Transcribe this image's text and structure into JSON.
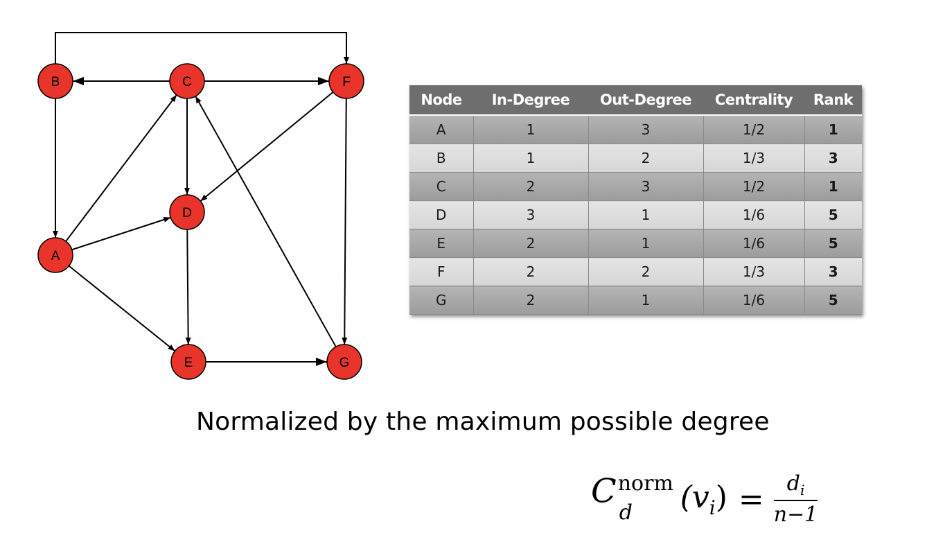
{
  "graph": {
    "nodes": [
      {
        "id": "A",
        "label": "A"
      },
      {
        "id": "B",
        "label": "B"
      },
      {
        "id": "C",
        "label": "C"
      },
      {
        "id": "D",
        "label": "D"
      },
      {
        "id": "E",
        "label": "E"
      },
      {
        "id": "F",
        "label": "F"
      },
      {
        "id": "G",
        "label": "G"
      }
    ],
    "edges": [
      {
        "from": "B",
        "to": "F"
      },
      {
        "from": "C",
        "to": "B"
      },
      {
        "from": "C",
        "to": "F"
      },
      {
        "from": "B",
        "to": "A"
      },
      {
        "from": "A",
        "to": "C"
      },
      {
        "from": "C",
        "to": "D"
      },
      {
        "from": "F",
        "to": "D"
      },
      {
        "from": "F",
        "to": "G"
      },
      {
        "from": "A",
        "to": "D"
      },
      {
        "from": "A",
        "to": "E"
      },
      {
        "from": "D",
        "to": "E"
      },
      {
        "from": "G",
        "to": "C"
      },
      {
        "from": "E",
        "to": "G"
      }
    ],
    "node_color": "#e8342a"
  },
  "table": {
    "headers": [
      "Node",
      "In-Degree",
      "Out-Degree",
      "Centrality",
      "Rank"
    ],
    "rows": [
      [
        "A",
        "1",
        "3",
        "1/2",
        "1"
      ],
      [
        "B",
        "1",
        "2",
        "1/3",
        "3"
      ],
      [
        "C",
        "2",
        "3",
        "1/2",
        "1"
      ],
      [
        "D",
        "3",
        "1",
        "1/6",
        "5"
      ],
      [
        "E",
        "2",
        "1",
        "1/6",
        "5"
      ],
      [
        "F",
        "2",
        "2",
        "1/3",
        "3"
      ],
      [
        "G",
        "2",
        "1",
        "1/6",
        "5"
      ]
    ]
  },
  "caption": "Normalized by the maximum possible degree",
  "formula": {
    "symbol": "C",
    "superscript": "norm",
    "subscript": "d",
    "argument": "(v",
    "argument_sub": "i",
    "argument_close": ")",
    "equals": "=",
    "numerator": "d",
    "numerator_sub": "i",
    "denominator": "n−1"
  }
}
